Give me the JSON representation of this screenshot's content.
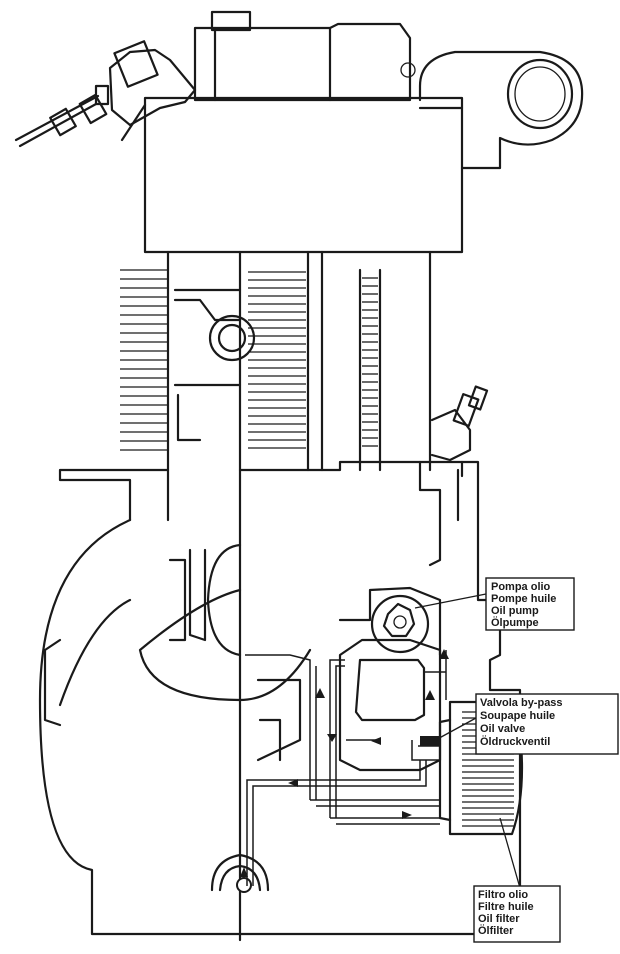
{
  "labels": {
    "oil_pump": [
      "Pompa olio",
      "Pompe huile",
      "Oil pump",
      "Ölpumpe"
    ],
    "bypass_valve": [
      "Valvola by-pass",
      "Soupape huile",
      "Oil valve",
      "Öldruckventil"
    ],
    "oil_filter": [
      "Filtro olio",
      "Filtre huile",
      "Oil filter",
      "Ölfilter"
    ]
  },
  "colors": {
    "ink": "#1a1a1a",
    "paper": "#ffffff"
  }
}
